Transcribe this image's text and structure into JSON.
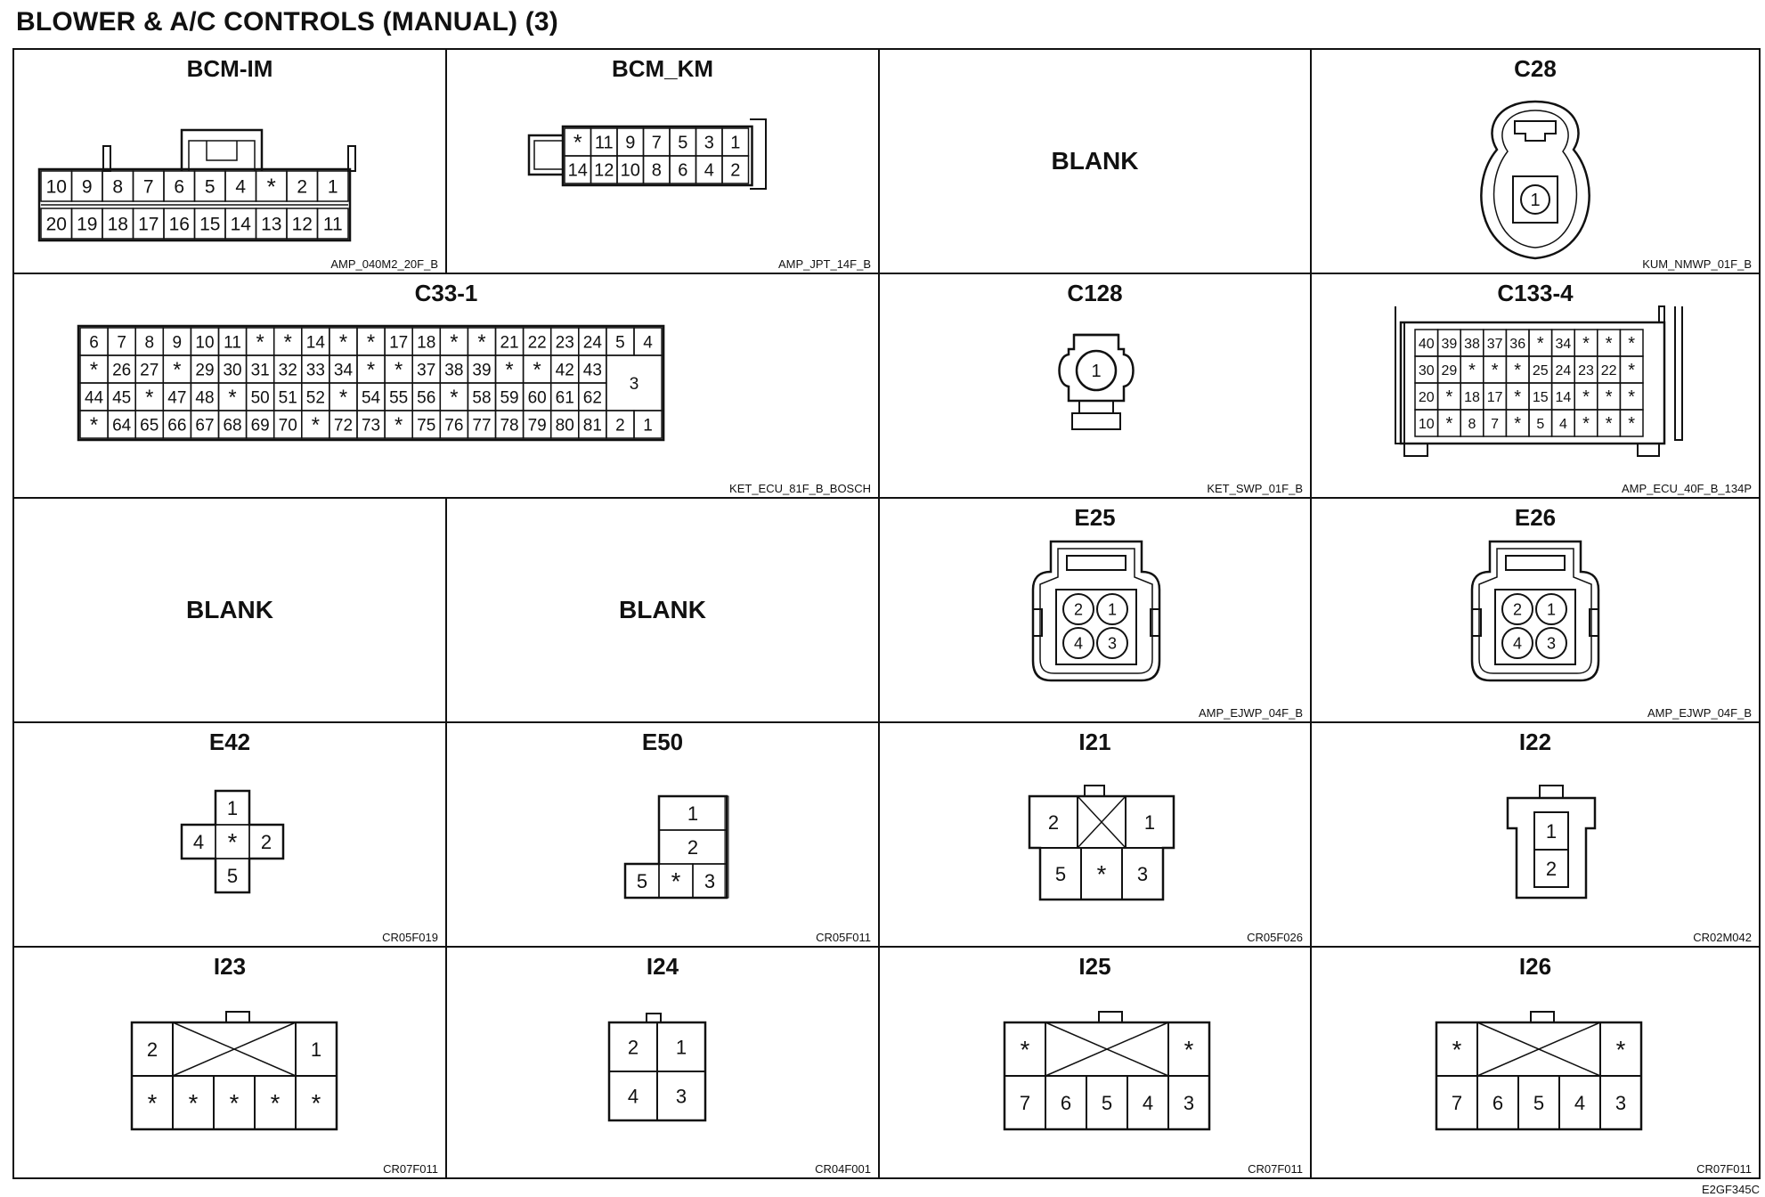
{
  "title": "BLOWER & A/C CONTROLS (MANUAL) (3)",
  "doc_code": "E2GF345C",
  "connectors": {
    "bcm_im": {
      "name": "BCM-IM",
      "code": "AMP_040M2_20F_B",
      "rows": [
        [
          "10",
          "9",
          "8",
          "7",
          "6",
          "5",
          "4",
          "*",
          "2",
          "1"
        ],
        [
          "20",
          "19",
          "18",
          "17",
          "16",
          "15",
          "14",
          "13",
          "12",
          "11"
        ]
      ]
    },
    "bcm_km": {
      "name": "BCM_KM",
      "code": "AMP_JPT_14F_B",
      "rows": [
        [
          "*",
          "11",
          "9",
          "7",
          "5",
          "3",
          "1"
        ],
        [
          "14",
          "12",
          "10",
          "8",
          "6",
          "4",
          "2"
        ]
      ]
    },
    "blank_1": {
      "label": "BLANK"
    },
    "c28": {
      "name": "C28",
      "code": "KUM_NMWP_01F_B",
      "pin": "1"
    },
    "c33_1": {
      "name": "C33-1",
      "code": "KET_ECU_81F_B_BOSCH",
      "rows": [
        [
          "6",
          "7",
          "8",
          "9",
          "10",
          "11",
          "*",
          "*",
          "14",
          "*",
          "*",
          "17",
          "18",
          "*",
          "*",
          "21",
          "22",
          "23",
          "24",
          "5",
          "4"
        ],
        [
          "*",
          "26",
          "27",
          "*",
          "29",
          "30",
          "31",
          "32",
          "33",
          "34",
          "*",
          "*",
          "37",
          "38",
          "39",
          "*",
          "*",
          "42",
          "43"
        ],
        [
          "44",
          "45",
          "*",
          "47",
          "48",
          "*",
          "50",
          "51",
          "52",
          "*",
          "54",
          "55",
          "56",
          "*",
          "58",
          "59",
          "60",
          "61",
          "62"
        ],
        [
          "*",
          "64",
          "65",
          "66",
          "67",
          "68",
          "69",
          "70",
          "*",
          "72",
          "73",
          "*",
          "75",
          "76",
          "77",
          "78",
          "79",
          "80",
          "81",
          "2",
          "1"
        ]
      ],
      "big_pin": "3"
    },
    "c128": {
      "name": "C128",
      "code": "KET_SWP_01F_B",
      "pin": "1"
    },
    "c133_4": {
      "name": "C133-4",
      "code": "AMP_ECU_40F_B_134P",
      "rows": [
        [
          "40",
          "39",
          "38",
          "37",
          "36",
          "*",
          "34",
          "*",
          "*",
          "*"
        ],
        [
          "30",
          "29",
          "*",
          "*",
          "*",
          "25",
          "24",
          "23",
          "22",
          "*"
        ],
        [
          "20",
          "*",
          "18",
          "17",
          "*",
          "15",
          "14",
          "*",
          "*",
          "*"
        ],
        [
          "10",
          "*",
          "8",
          "7",
          "*",
          "5",
          "4",
          "*",
          "*",
          "*"
        ]
      ]
    },
    "blank_2": {
      "label": "BLANK"
    },
    "blank_3": {
      "label": "BLANK"
    },
    "e25": {
      "name": "E25",
      "code": "AMP_EJWP_04F_B",
      "pins": [
        "2",
        "1",
        "4",
        "3"
      ]
    },
    "e26": {
      "name": "E26",
      "code": "AMP_EJWP_04F_B",
      "pins": [
        "2",
        "1",
        "4",
        "3"
      ]
    },
    "e42": {
      "name": "E42",
      "code": "CR05F019",
      "pins": [
        "1",
        "4",
        "*",
        "2",
        "5"
      ]
    },
    "e50": {
      "name": "E50",
      "code": "CR05F011",
      "pins": [
        "1",
        "2",
        "5",
        "*",
        "3"
      ]
    },
    "i21": {
      "name": "I21",
      "code": "CR05F026",
      "pins": [
        "2",
        "1",
        "5",
        "*",
        "3"
      ]
    },
    "i22": {
      "name": "I22",
      "code": "CR02M042",
      "pins": [
        "1",
        "2"
      ]
    },
    "i23": {
      "name": "I23",
      "code": "CR07F011",
      "top": [
        "2",
        "1"
      ],
      "bottom": [
        "*",
        "*",
        "*",
        "*",
        "*"
      ]
    },
    "i24": {
      "name": "I24",
      "code": "CR04F001",
      "pins": [
        "2",
        "1",
        "4",
        "3"
      ]
    },
    "i25": {
      "name": "I25",
      "code": "CR07F011",
      "top": [
        "*",
        "*"
      ],
      "bottom": [
        "7",
        "6",
        "5",
        "4",
        "3"
      ]
    },
    "i26": {
      "name": "I26",
      "code": "CR07F011",
      "top": [
        "*",
        "*"
      ],
      "bottom": [
        "7",
        "6",
        "5",
        "4",
        "3"
      ]
    }
  }
}
